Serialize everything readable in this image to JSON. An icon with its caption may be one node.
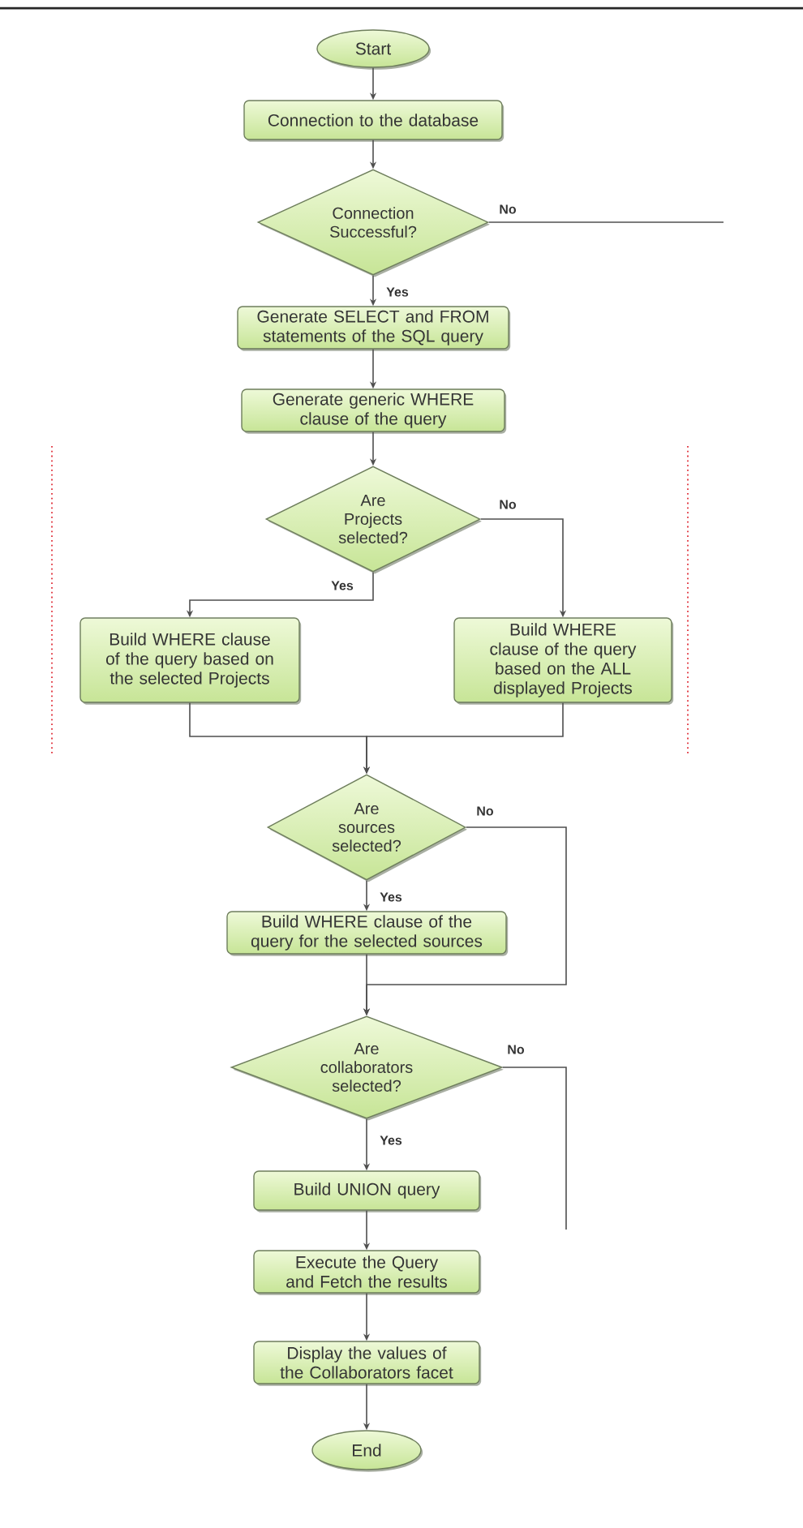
{
  "diagram": {
    "nodes": [
      {
        "text": [
          "Start"
        ]
      },
      {
        "text": [
          "Connection to the database"
        ]
      },
      {
        "text": [
          "Connection Successful?"
        ]
      },
      {
        "text": [
          "Generate SELECT and FROM statements of the SQL query"
        ]
      },
      {
        "text": [
          "Generate generic WHERE clause of the query"
        ]
      },
      {
        "text": [
          "Are Projects selected?"
        ]
      },
      {
        "text": [
          "Build WHERE clause of the query based on the selected Projects"
        ]
      },
      {
        "text": [
          "Build WHERE clause of the query based on the ALL displayed Projects"
        ]
      },
      {
        "text": [
          "Are sources selected?"
        ]
      },
      {
        "text": [
          "Build WHERE clause of the query for the selected sources"
        ]
      },
      {
        "text": [
          "Are collaborators selected?"
        ]
      },
      {
        "text": [
          "Build UNION query"
        ]
      },
      {
        "text": [
          "Execute the Query and Fetch the results"
        ]
      },
      {
        "text": [
          "Display the values of the Collaborators facet"
        ]
      },
      {
        "text": [
          "End"
        ]
      }
    ],
    "edges": [
      {
        "from": 0,
        "to": 1,
        "arrow": "to"
      },
      {
        "from": 1,
        "to": 2,
        "arrow": "to"
      },
      {
        "from": 2,
        "to": null,
        "arrow": "none",
        "label": "No"
      },
      {
        "from": 2,
        "to": 3,
        "arrow": "to",
        "label": "Yes"
      },
      {
        "from": 3,
        "to": 4,
        "arrow": "to"
      },
      {
        "from": 4,
        "to": 5,
        "arrow": "to"
      },
      {
        "from": 5,
        "to": 6,
        "arrow": "to",
        "label": "Yes"
      },
      {
        "from": 5,
        "to": 7,
        "arrow": "to",
        "label": "No"
      },
      {
        "from": 6,
        "to": 8,
        "arrow": "to"
      },
      {
        "from": 7,
        "to": 8,
        "arrow": "to"
      },
      {
        "from": 8,
        "to": 9,
        "arrow": "to",
        "label": "Yes"
      },
      {
        "from": 8,
        "to": 10,
        "arrow": "to",
        "label": "No"
      },
      {
        "from": 9,
        "to": 10,
        "arrow": "to"
      },
      {
        "from": 10,
        "to": 11,
        "arrow": "to",
        "label": "Yes"
      },
      {
        "from": 10,
        "to": null,
        "arrow": "none",
        "label": "No"
      },
      {
        "from": 11,
        "to": 12,
        "arrow": "to"
      },
      {
        "from": 12,
        "to": 13,
        "arrow": "to"
      },
      {
        "from": 13,
        "to": 14,
        "arrow": "to"
      }
    ]
  }
}
